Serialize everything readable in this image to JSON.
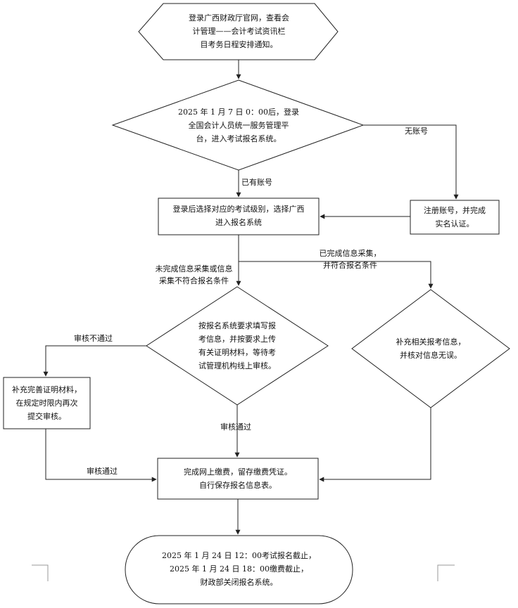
{
  "nodes": {
    "start": "登录广西财政厅官网，查看会\n计管理——会计考试资讯栏\n目考务日程安排通知。",
    "login_platform": "2025 年 1 月 7 日 0：00后，登录\n全国会计人员统一服务管理平\n台，进入考试报名系统。",
    "register": "注册账号，并完成\n实名认证。",
    "select_level": "登录后选择对应的考试级别，选择广西\n进入报名系统",
    "fill_info": "按报名系统要求填写报\n考信息，并按要求上传\n有关证明材料，等待考\n试管理机构线上审核。",
    "supplement_check": "补充相关报考信息，\n并核对信息无误。",
    "resubmit": "补充完善证明材料，\n在规定时限内再次\n提交审核。",
    "pay": "完成网上缴费，留存缴费凭证。\n自行保存报名信息表。",
    "end": "2025 年 1 月 24 日 12：00考试报名截止，\n2025 年 1 月 24 日 18：00缴费截止，\n财政部关闭报名系统。"
  },
  "edges": {
    "no_account": "无账号",
    "has_account": "已有账号",
    "not_collected": "未完成信息采集或信息\n采集不符合报名条件",
    "collected": "已完成信息采集，\n并符合报名条件",
    "review_fail": "审核不通过",
    "review_pass_down": "审核通过",
    "review_pass_left": "审核通过"
  }
}
